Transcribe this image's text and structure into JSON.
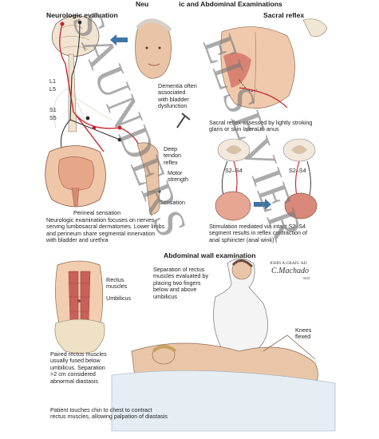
{
  "figure": {
    "main_title_visible": "Neu",
    "main_title_rest": "ic and Abdominal Examinations",
    "panels": {
      "neuro": {
        "heading": "Neurologic evaluation",
        "labels": {
          "l1": "L1",
          "l5": "L5",
          "s1": "S1",
          "s5": "S5"
        },
        "dementia_note": "Dementia often\nassociated\nwith bladder\ndysfunction",
        "deep_tendon": "Deep\ntendon\nreflex",
        "motor": "Motor\nstrength",
        "sensation": "Sensation",
        "perineal": "Perineal sensation",
        "caption": "Neurologic examination focuses on nerves\nserving lumbosacral dermatomes. Lower limbs\nand perineum share segmental innervation\nwith bladder and urethra"
      },
      "sacral": {
        "heading": "Sacral reflex",
        "caption": "Sacral reflex assessed by lightly stroking\nglans or skin lateral to anus",
        "s2s4_left": "S2–S4",
        "s2s4_right": "S2–S4",
        "stim_caption": "Stimulation mediated via intact S2–S4\nsegment results in reflex contraction of\nanal sphincter (anal wink)"
      },
      "abdominal": {
        "heading": "Abdominal wall examination",
        "rectus": "Rectus\nmuscles",
        "umbilicus": "Umbilicus",
        "separation_note": "Separation of rectus\nmuscles evaluated by\nplacing two fingers\nbelow and above\numbilicus",
        "paired_note": "Paired rectus muscles\nusually fused below\numbilicus. Separation\n>2 cm considered\nabnormal diastasis",
        "knees": "Knees\nflexed",
        "bottom_caption": "Patient touches chin to chest to contract\nrectus muscles, allowing palpation of diastasis"
      }
    },
    "signature": {
      "line1": "JOHN A.CRAIG",
      "line2": "C.Machado",
      "suffix1": "AD",
      "suffix2": "M.D."
    },
    "watermark": {
      "word1": "SAUNDERS",
      "word2": "ELSEVIER"
    },
    "colors": {
      "nerve_red": "#c8202a",
      "nerve_dark": "#2a2a2a",
      "arrow_blue": "#3f74a8",
      "skin": "#e9c4a6",
      "muscle": "#c9605a",
      "brain": "#f1e4d3",
      "coat": "#f4f4f4"
    }
  }
}
